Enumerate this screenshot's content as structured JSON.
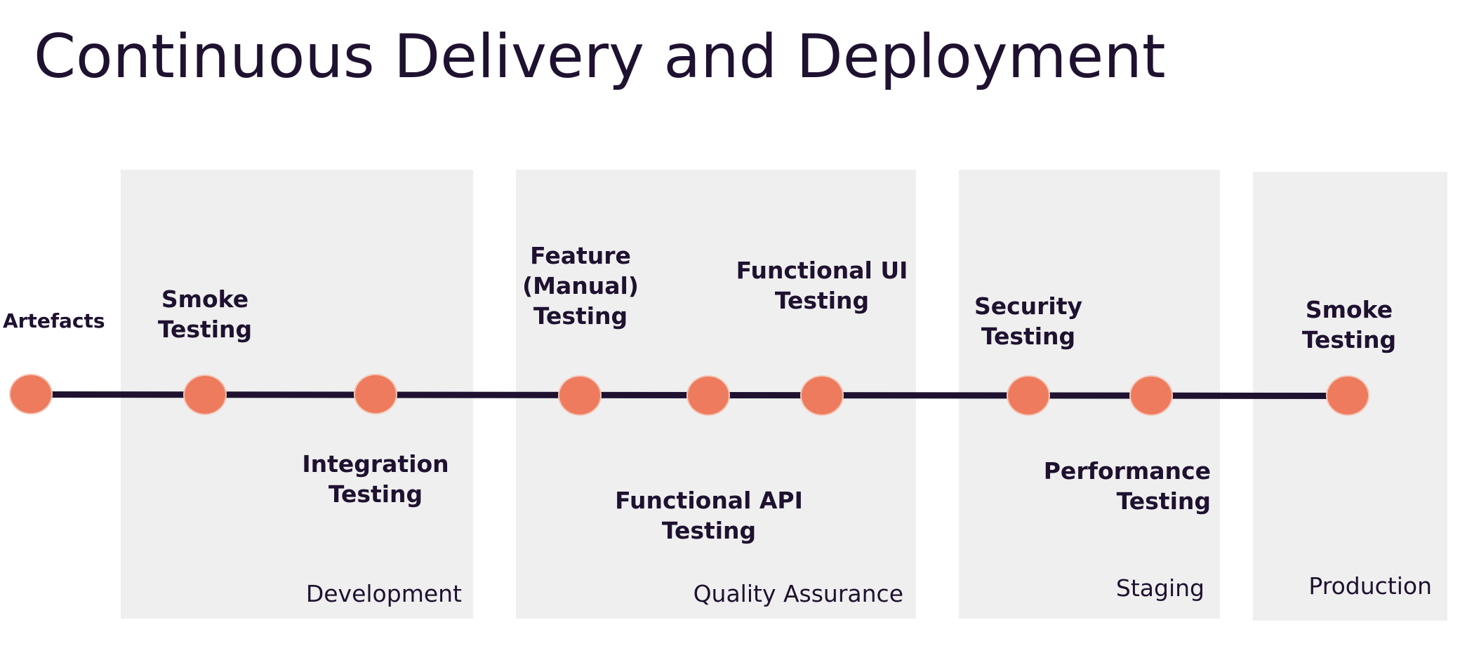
{
  "title": "Continuous Delivery and Deployment",
  "stages": {
    "development": "Development",
    "qa": "Quality Assurance",
    "staging": "Staging",
    "production": "Production"
  },
  "steps": {
    "artefacts": "Artefacts",
    "smoke_dev": "Smoke\nTesting",
    "integration": "Integration\nTesting",
    "feature_manual": "Feature\n(Manual)\nTesting",
    "functional_api": "Functional API\nTesting",
    "functional_ui": "Functional UI\nTesting",
    "security": "Security\nTesting",
    "performance": "Performance\nTesting",
    "smoke_prod": "Smoke\nTesting"
  },
  "colors": {
    "text": "#1f1130",
    "node": "#ee7b5d",
    "stage_bg": "#efefef"
  }
}
